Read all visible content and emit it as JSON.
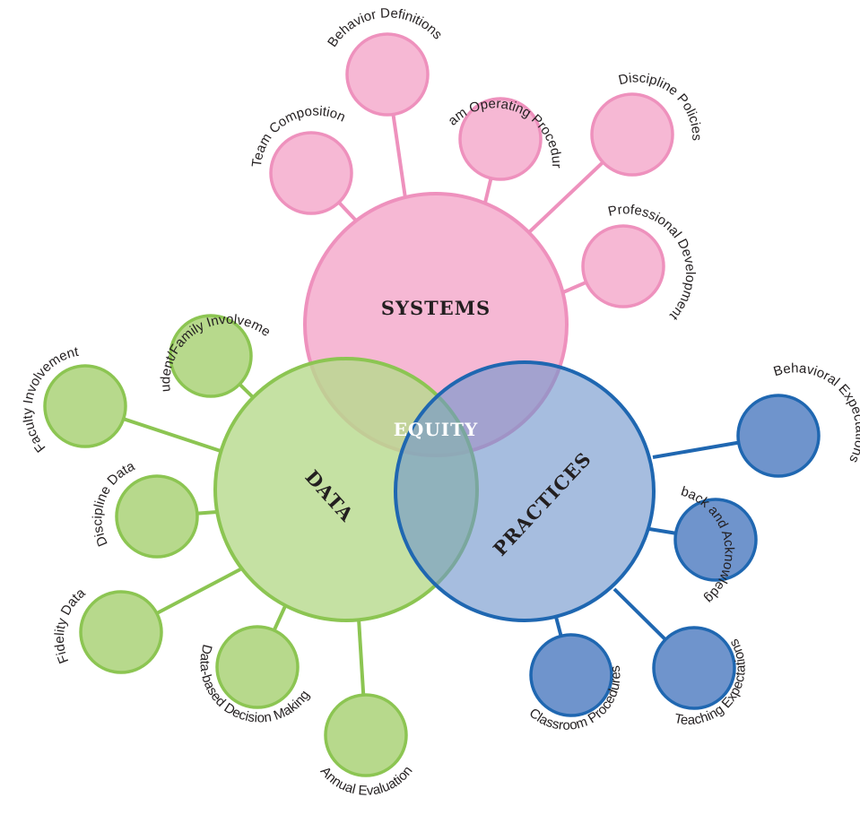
{
  "colors": {
    "systems_fill": "#f6b8d4",
    "systems_stroke": "#ee91bd",
    "data_fill": "#b7d98c",
    "data_stroke": "#8cc552",
    "practices_fill": "#6f94cc",
    "practices_stroke": "#1f67b1",
    "equity_text": "#ffffff"
  },
  "center": {
    "label": "EQUITY"
  },
  "systems": {
    "label": "SYSTEMS",
    "nodes": [
      "Behavior Definitions",
      "Team Composition",
      "Team Operating Procedures",
      "Discipline Policies",
      "Professional Development"
    ]
  },
  "data": {
    "label": "DATA",
    "nodes": [
      "Student/Family Involvement",
      "Faculty Involvement",
      "Discipline Data",
      "Fidelity Data",
      "Data-based Decision Making",
      "Annual Evaluation"
    ]
  },
  "practices": {
    "label": "PRACTICES",
    "nodes": [
      "Behavioral Expectations",
      "Feedback and Acknowledgement",
      "Teaching Expectations",
      "Classroom Procedures"
    ]
  }
}
